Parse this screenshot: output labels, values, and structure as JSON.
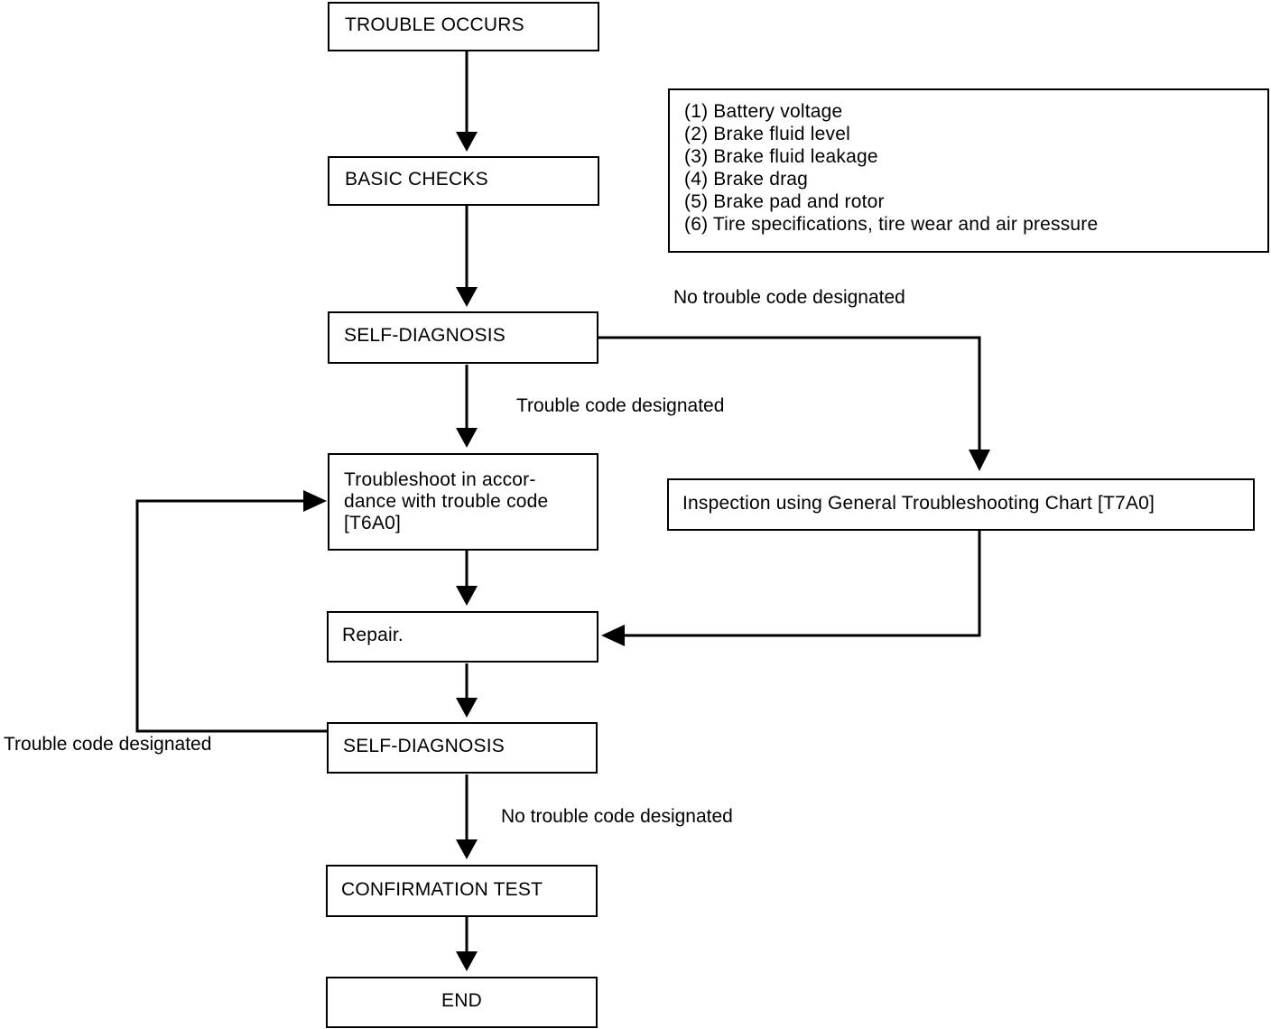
{
  "nodes": {
    "trouble_occurs": "TROUBLE OCCURS",
    "basic_checks": "BASIC CHECKS",
    "self_diagnosis_1": "SELF-DIAGNOSIS",
    "troubleshoot": "Troubleshoot in accor-\ndance with trouble code\n[T6A0]",
    "inspection": "Inspection using General Troubleshooting Chart [T7A0]",
    "repair": "Repair.",
    "self_diagnosis_2": "SELF-DIAGNOSIS",
    "confirmation_test": "CONFIRMATION TEST",
    "end": "END"
  },
  "basic_checks_list": [
    "(1) Battery voltage",
    "(2) Brake fluid level",
    "(3) Brake fluid leakage",
    "(4) Brake drag",
    "(5) Brake pad and rotor",
    "(6) Tire specifications, tire wear and air pressure"
  ],
  "edge_labels": {
    "no_code_1": "No trouble code designated",
    "code_1": "Trouble code designated",
    "code_2": "Trouble code designated",
    "no_code_2": "No trouble code designated"
  }
}
